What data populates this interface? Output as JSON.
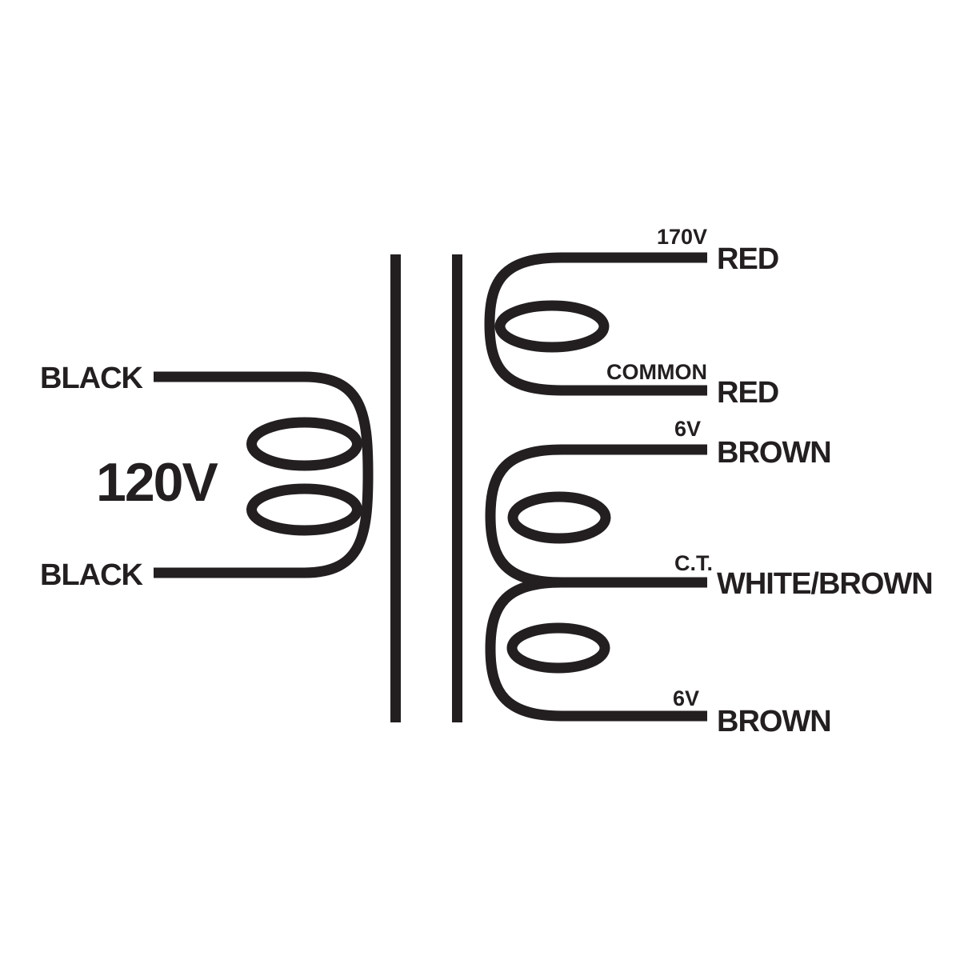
{
  "diagram": {
    "kind": "transformer-wiring-diagram",
    "background_color": "#ffffff",
    "line_color": "#231f20"
  },
  "primary": {
    "voltage_label": "120V",
    "top_lead_label": "BLACK",
    "bottom_lead_label": "BLACK"
  },
  "secondary": {
    "winding_hv": {
      "top_tap_label": "170V",
      "top_wire_color": "RED",
      "bottom_tap_label": "COMMON",
      "bottom_wire_color": "RED"
    },
    "winding_lv": {
      "top_tap_label": "6V",
      "top_wire_color": "BROWN",
      "center_tap_label": "C.T.",
      "center_wire_color": "WHITE/BROWN",
      "bottom_tap_label": "6V",
      "bottom_wire_color": "BROWN"
    }
  }
}
